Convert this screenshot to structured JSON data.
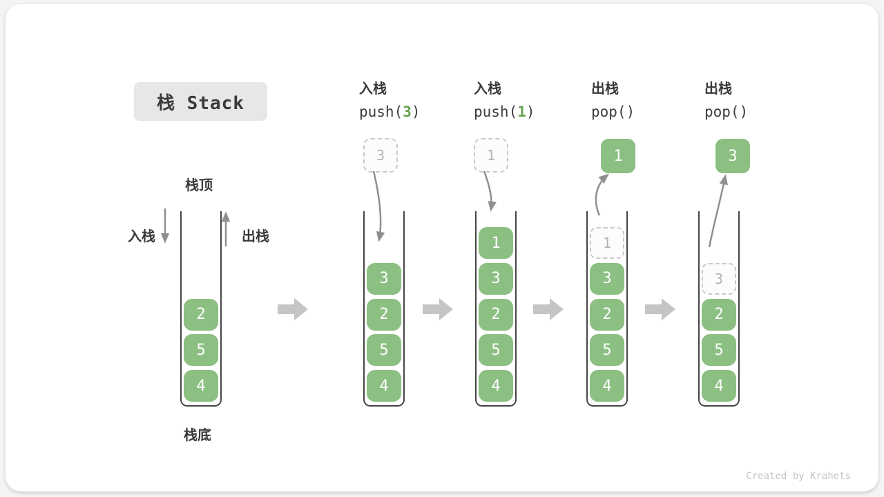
{
  "title": "栈 Stack",
  "labels": {
    "stack_top": "栈顶",
    "stack_bottom": "栈底",
    "push_arrow": "入栈",
    "pop_arrow": "出栈"
  },
  "operations": [
    {
      "label": "入栈",
      "code": {
        "pre": "push(",
        "arg": "3",
        "post": ")"
      },
      "floating": {
        "value": "3",
        "ghost": true
      }
    },
    {
      "label": "入栈",
      "code": {
        "pre": "push(",
        "arg": "1",
        "post": ")"
      },
      "floating": {
        "value": "1",
        "ghost": true
      }
    },
    {
      "label": "出栈",
      "code": {
        "pre": "pop(",
        "arg": "",
        "post": ")"
      },
      "floating": {
        "value": "1",
        "ghost": false
      }
    },
    {
      "label": "出栈",
      "code": {
        "pre": "pop(",
        "arg": "",
        "post": ")"
      },
      "floating": {
        "value": "3",
        "ghost": false
      }
    }
  ],
  "stacks": [
    {
      "cells": [
        {
          "v": "4"
        },
        {
          "v": "5"
        },
        {
          "v": "2"
        }
      ]
    },
    {
      "cells": [
        {
          "v": "4"
        },
        {
          "v": "5"
        },
        {
          "v": "2"
        },
        {
          "v": "3"
        }
      ]
    },
    {
      "cells": [
        {
          "v": "4"
        },
        {
          "v": "5"
        },
        {
          "v": "2"
        },
        {
          "v": "3"
        },
        {
          "v": "1"
        }
      ]
    },
    {
      "cells": [
        {
          "v": "4"
        },
        {
          "v": "5"
        },
        {
          "v": "2"
        },
        {
          "v": "3"
        },
        {
          "v": "1",
          "ghost": true
        }
      ]
    },
    {
      "cells": [
        {
          "v": "4"
        },
        {
          "v": "5"
        },
        {
          "v": "2"
        },
        {
          "v": "3",
          "ghost": true
        }
      ]
    }
  ],
  "footer": "Created by Krahets",
  "colors": {
    "cell_green": "#8cbf82",
    "code_arg_green": "#64a24e",
    "block_arrow_gray": "#c5c5c5",
    "line_arrow_gray": "#8f8f8f",
    "container_line": "#454545",
    "ghost_border": "#c9c9c9",
    "ghost_text": "#b3b3b3",
    "text_dark": "#3a3a3a",
    "title_bg": "#e7e7e7",
    "footer_gray": "#c4c4c4"
  }
}
